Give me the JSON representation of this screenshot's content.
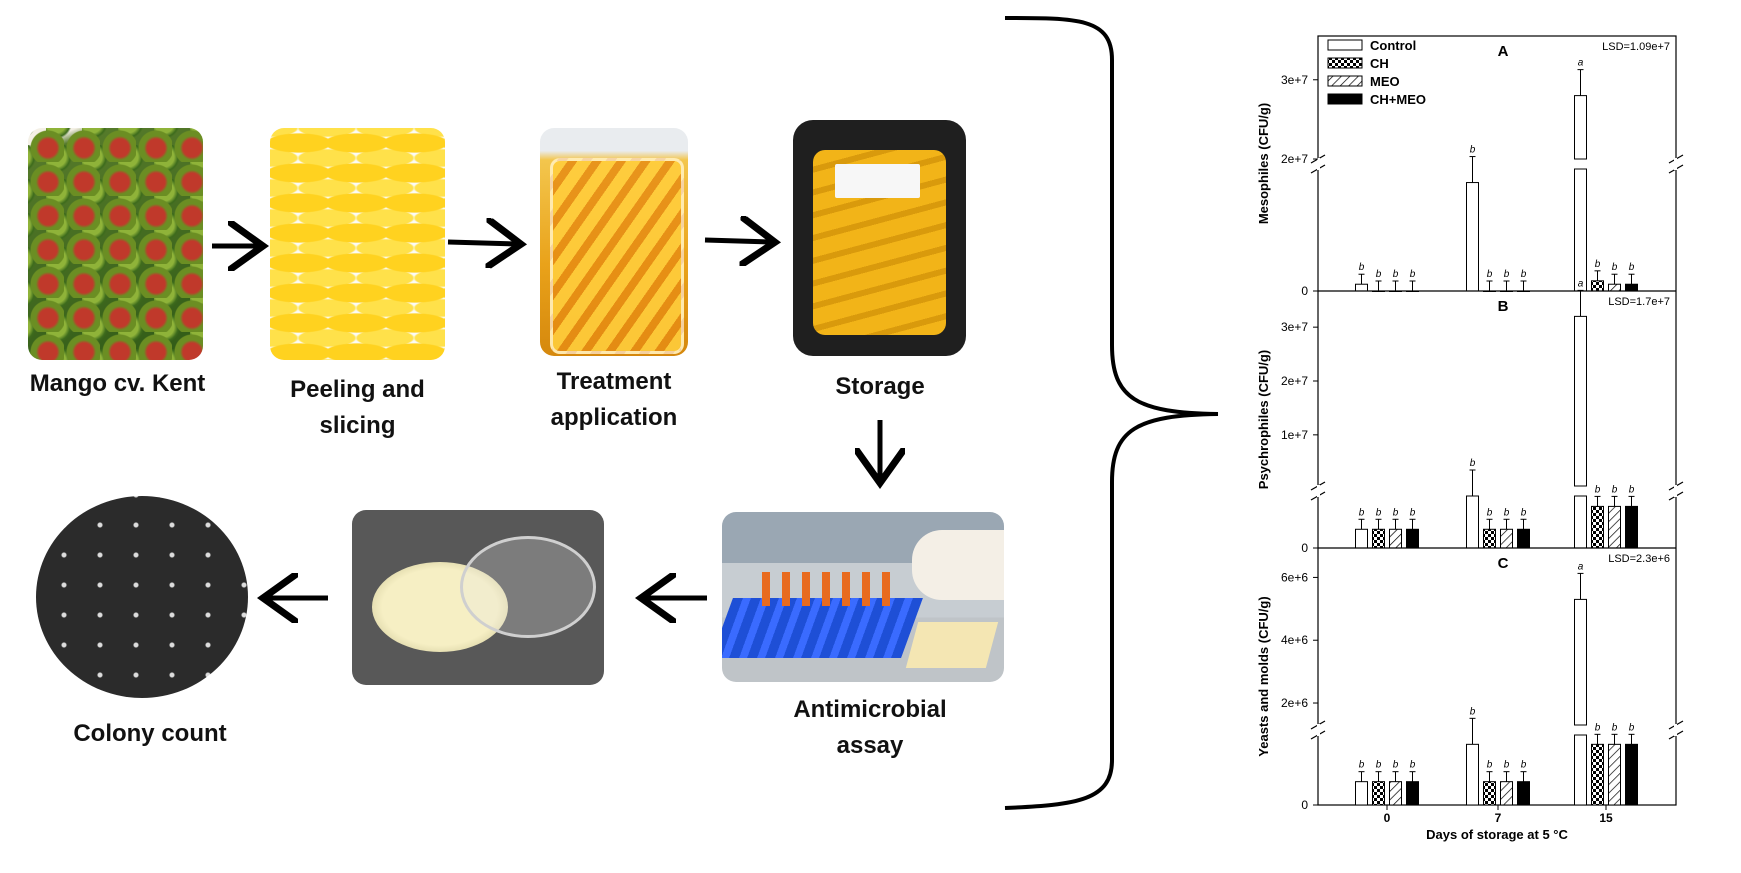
{
  "steps": [
    {
      "label": "Mango cv. Kent",
      "icon": "mango-fruits-photo"
    },
    {
      "label": "Peeling and slicing",
      "icon": "mango-slices-photo"
    },
    {
      "label": "Treatment application",
      "icon": "treatment-jar-photo"
    },
    {
      "label": "Storage",
      "icon": "storage-container-photo"
    },
    {
      "label": "Antimicrobial assay",
      "icon": "lab-pipetting-photo"
    },
    {
      "label": "",
      "icon": "petri-dish-photo"
    },
    {
      "label": "Colony count",
      "icon": "colony-plate-photo"
    }
  ],
  "chart_data": {
    "type": "bar",
    "categories": [
      "0",
      "7",
      "15"
    ],
    "legend": [
      "Control",
      "CH",
      "MEO",
      "CH+MEO"
    ],
    "xlabel": "Days of storage at 5 °C",
    "panels": [
      {
        "letter": "A",
        "ylabel": "Mesophiles (CFU/g)",
        "lsd": "LSD=1.09e+7",
        "ticks": [
          "0",
          "2e+7",
          "3e+7"
        ],
        "series": [
          {
            "name": "Control",
            "values": [
              1000000.0,
              16000000.0,
              28000000.0
            ],
            "letters": [
              "b",
              "b",
              "a"
            ]
          },
          {
            "name": "CH",
            "values": [
              0.0,
              0.0,
              1500000.0
            ],
            "letters": [
              "b",
              "b",
              "b"
            ]
          },
          {
            "name": "MEO",
            "values": [
              0.0,
              0.0,
              1000000.0
            ],
            "letters": [
              "b",
              "b",
              "b"
            ]
          },
          {
            "name": "CH+MEO",
            "values": [
              0.0,
              0.0,
              1000000.0
            ],
            "letters": [
              "b",
              "b",
              "b"
            ]
          }
        ]
      },
      {
        "letter": "B",
        "ylabel": "Psychrophiles (CFU/g)",
        "lsd": "LSD=1.7e+7",
        "ticks": [
          "0",
          "1e+7",
          "2e+7",
          "3e+7"
        ],
        "series": [
          {
            "name": "Control",
            "values": [
              900000.0,
              2500000.0,
              32000000.0
            ],
            "letters": [
              "b",
              "b",
              "a"
            ]
          },
          {
            "name": "CH",
            "values": [
              900000.0,
              900000.0,
              2000000.0
            ],
            "letters": [
              "b",
              "b",
              "b"
            ]
          },
          {
            "name": "MEO",
            "values": [
              900000.0,
              900000.0,
              2000000.0
            ],
            "letters": [
              "b",
              "b",
              "b"
            ]
          },
          {
            "name": "CH+MEO",
            "values": [
              900000.0,
              900000.0,
              2000000.0
            ],
            "letters": [
              "b",
              "b",
              "b"
            ]
          }
        ]
      },
      {
        "letter": "C",
        "ylabel": "Yeasts and molds (CFU/g)",
        "lsd": "LSD=2.3e+6",
        "ticks": [
          "0",
          "2e+6",
          "4e+6",
          "6e+6"
        ],
        "series": [
          {
            "name": "Control",
            "values": [
              500000.0,
              1300000.0,
              5300000.0
            ],
            "letters": [
              "b",
              "b",
              "a"
            ]
          },
          {
            "name": "CH",
            "values": [
              500000.0,
              500000.0,
              1300000.0
            ],
            "letters": [
              "b",
              "b",
              "b"
            ]
          },
          {
            "name": "MEO",
            "values": [
              500000.0,
              500000.0,
              1300000.0
            ],
            "letters": [
              "b",
              "b",
              "b"
            ]
          },
          {
            "name": "CH+MEO",
            "values": [
              500000.0,
              500000.0,
              1300000.0
            ],
            "letters": [
              "b",
              "b",
              "b"
            ]
          }
        ]
      }
    ]
  }
}
